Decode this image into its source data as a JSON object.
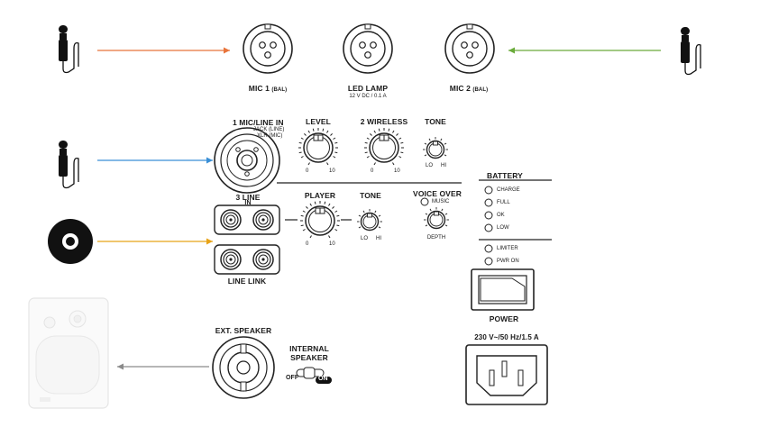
{
  "top_inputs": {
    "mic1": "MIC 1",
    "mic1_suffix": "(BAL)",
    "led_lamp": "LED LAMP",
    "led_lamp_spec": "12 V DC / 0.1 A",
    "mic2": "MIC 2",
    "mic2_suffix": "(BAL)"
  },
  "channel1": {
    "title": "1 MIC/LINE IN",
    "jack_note": "JACK (LINE)",
    "xlr_note": "XLR (MIC)",
    "level": "LEVEL",
    "level_min": "0",
    "level_max": "10"
  },
  "channel2": {
    "title": "2 WIRELESS",
    "min": "0",
    "max": "10",
    "tone": "TONE",
    "tone_lo": "LO",
    "tone_hi": "HI"
  },
  "line_section": {
    "line_in": "3 LINE",
    "line_in_2": "IN",
    "line_link": "LINE LINK",
    "player": "PLAYER",
    "player_min": "0",
    "player_max": "10",
    "tone": "TONE",
    "tone_lo": "LO",
    "tone_hi": "HI",
    "voice_over": "VOICE OVER",
    "music": "MUSIC",
    "depth": "DEPTH"
  },
  "battery": {
    "title": "BATTERY",
    "leds": [
      "CHARGE",
      "FULL",
      "OK",
      "LOW"
    ],
    "limiter": "LIMITER",
    "pwr_on": "PWR ON"
  },
  "power": {
    "label": "POWER",
    "mains_spec": "230 V~/50 Hz/1.5 A"
  },
  "speaker": {
    "ext_speaker": "EXT. SPEAKER",
    "internal": "INTERNAL",
    "speaker": "SPEAKER",
    "off": "OFF",
    "on": "ON"
  },
  "colors": {
    "mic1_arrow": "#e8743b",
    "mic2_arrow": "#6aab3a",
    "wireless_arrow": "#3a8fd6",
    "player_arrow": "#e8a317",
    "speaker_arrow": "#8a8a8a"
  },
  "icons": {
    "mic1_source": "microphone-icon",
    "mic2_source": "microphone-icon",
    "wireless_source": "microphone-icon",
    "player_source": "cd-disc-icon",
    "speaker_output": "loudspeaker-icon"
  }
}
